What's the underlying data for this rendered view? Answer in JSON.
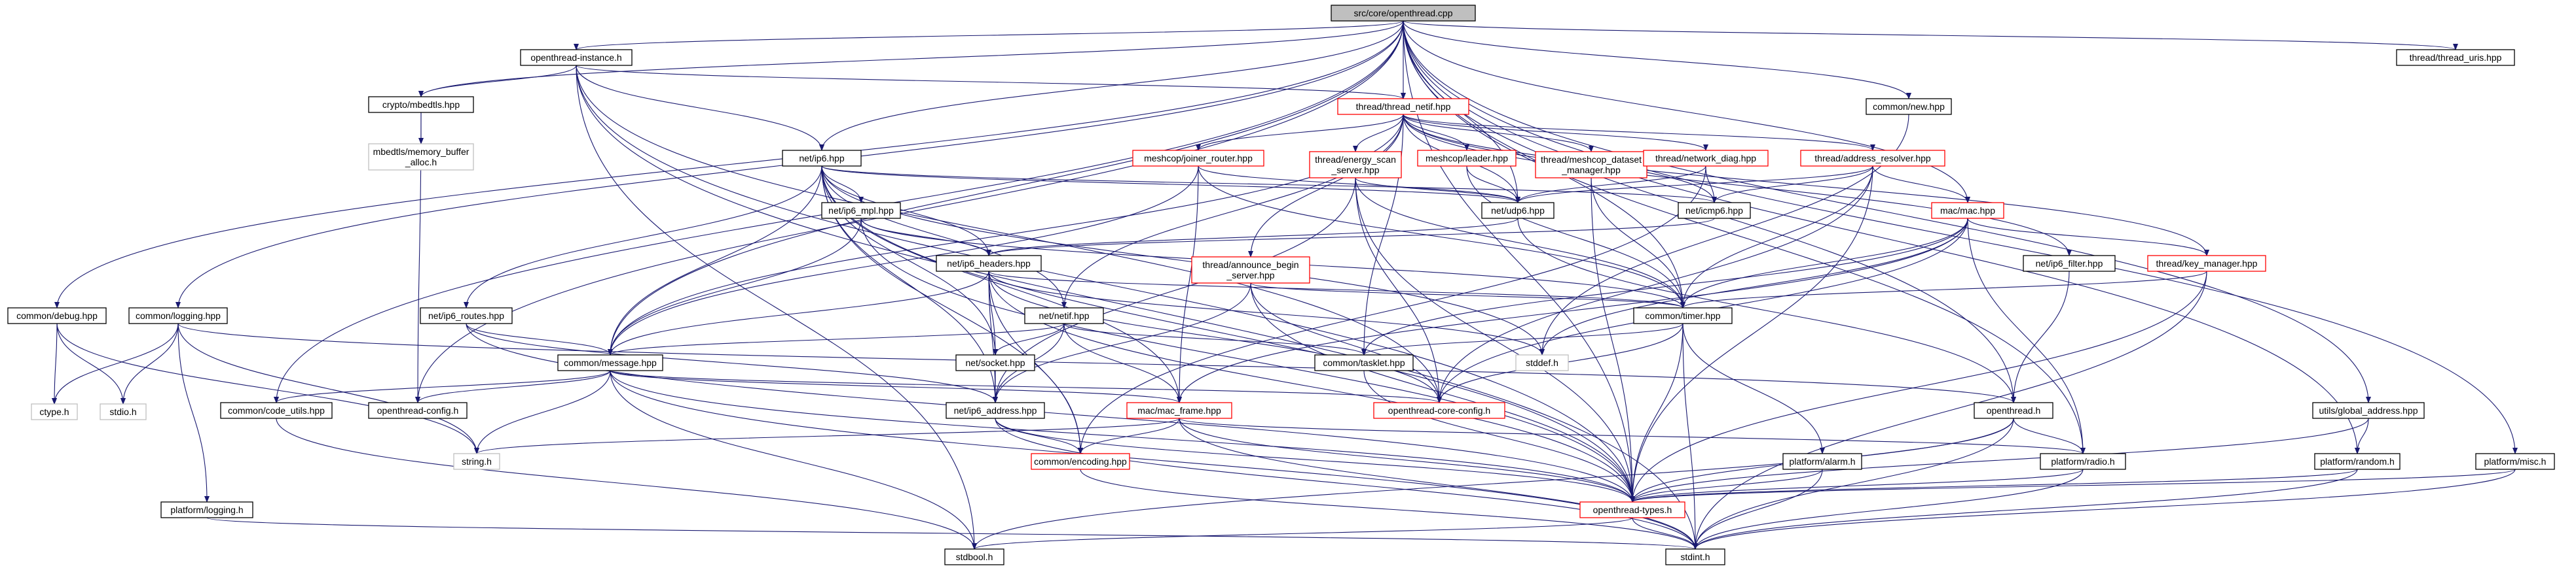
{
  "colors": {
    "edge": "#191970",
    "text": "#000000",
    "link_border_red": "#ff0000",
    "border_black": "#000000",
    "plain_border": "#bfbfbf",
    "root_fill": "#bfbfbf",
    "node_fill": "#ffffff"
  },
  "nodes": [
    {
      "id": "n0",
      "label": [
        "src/core/openthread.cpp"
      ],
      "style": "root"
    },
    {
      "id": "n1",
      "label": [
        "openthread-instance.h"
      ],
      "style": "black"
    },
    {
      "id": "n2",
      "label": [
        "crypto/mbedtls.hpp"
      ],
      "style": "black"
    },
    {
      "id": "n3",
      "label": [
        "mbedtls/memory_buffer",
        "_alloc.h"
      ],
      "style": "plain"
    },
    {
      "id": "n4",
      "label": [
        "thread/thread_netif.hpp"
      ],
      "style": "red"
    },
    {
      "id": "n5",
      "label": [
        "common/new.hpp"
      ],
      "style": "black"
    },
    {
      "id": "n6",
      "label": [
        "thread/thread_uris.hpp"
      ],
      "style": "black"
    },
    {
      "id": "n7",
      "label": [
        "net/ip6.hpp"
      ],
      "style": "black"
    },
    {
      "id": "n8",
      "label": [
        "meshcop/joiner_router.hpp"
      ],
      "style": "red"
    },
    {
      "id": "n9",
      "label": [
        "thread/energy_scan",
        "_server.hpp"
      ],
      "style": "red"
    },
    {
      "id": "n10",
      "label": [
        "meshcop/leader.hpp"
      ],
      "style": "red"
    },
    {
      "id": "n11",
      "label": [
        "thread/meshcop_dataset",
        "_manager.hpp"
      ],
      "style": "red"
    },
    {
      "id": "n12",
      "label": [
        "thread/network_diag.hpp"
      ],
      "style": "red"
    },
    {
      "id": "n13",
      "label": [
        "thread/address_resolver.hpp"
      ],
      "style": "red"
    },
    {
      "id": "n14",
      "label": [
        "net/ip6_mpl.hpp"
      ],
      "style": "black"
    },
    {
      "id": "n15",
      "label": [
        "net/udp6.hpp"
      ],
      "style": "black"
    },
    {
      "id": "n16",
      "label": [
        "net/icmp6.hpp"
      ],
      "style": "black"
    },
    {
      "id": "n17",
      "label": [
        "mac/mac.hpp"
      ],
      "style": "red"
    },
    {
      "id": "n18",
      "label": [
        "net/ip6_headers.hpp"
      ],
      "style": "black"
    },
    {
      "id": "n19",
      "label": [
        "thread/announce_begin",
        "_server.hpp"
      ],
      "style": "red"
    },
    {
      "id": "n20",
      "label": [
        "net/ip6_filter.hpp"
      ],
      "style": "black"
    },
    {
      "id": "n21",
      "label": [
        "thread/key_manager.hpp"
      ],
      "style": "red"
    },
    {
      "id": "n22",
      "label": [
        "net/ip6_routes.hpp"
      ],
      "style": "black"
    },
    {
      "id": "n23",
      "label": [
        "net/netif.hpp"
      ],
      "style": "black"
    },
    {
      "id": "n24",
      "label": [
        "common/timer.hpp"
      ],
      "style": "black"
    },
    {
      "id": "n25",
      "label": [
        "common/debug.hpp"
      ],
      "style": "black"
    },
    {
      "id": "n26",
      "label": [
        "common/logging.hpp"
      ],
      "style": "black"
    },
    {
      "id": "n27",
      "label": [
        "common/message.hpp"
      ],
      "style": "black"
    },
    {
      "id": "n28",
      "label": [
        "net/socket.hpp"
      ],
      "style": "black"
    },
    {
      "id": "n29",
      "label": [
        "common/tasklet.hpp"
      ],
      "style": "black"
    },
    {
      "id": "n30",
      "label": [
        "stddef.h"
      ],
      "style": "plain"
    },
    {
      "id": "n31",
      "label": [
        "ctype.h"
      ],
      "style": "plain"
    },
    {
      "id": "n32",
      "label": [
        "stdio.h"
      ],
      "style": "plain"
    },
    {
      "id": "n33",
      "label": [
        "common/code_utils.hpp"
      ],
      "style": "black"
    },
    {
      "id": "n34",
      "label": [
        "openthread-config.h"
      ],
      "style": "black"
    },
    {
      "id": "n35",
      "label": [
        "net/ip6_address.hpp"
      ],
      "style": "black"
    },
    {
      "id": "n36",
      "label": [
        "openthread-core-config.h"
      ],
      "style": "red"
    },
    {
      "id": "n37",
      "label": [
        "mac/mac_frame.hpp"
      ],
      "style": "red"
    },
    {
      "id": "n38",
      "label": [
        "openthread.h"
      ],
      "style": "black"
    },
    {
      "id": "n39",
      "label": [
        "utils/global_address.hpp"
      ],
      "style": "black"
    },
    {
      "id": "n40",
      "label": [
        "string.h"
      ],
      "style": "plain"
    },
    {
      "id": "n41",
      "label": [
        "common/encoding.hpp"
      ],
      "style": "red"
    },
    {
      "id": "n42",
      "label": [
        "platform/alarm.h"
      ],
      "style": "black"
    },
    {
      "id": "n43",
      "label": [
        "platform/radio.h"
      ],
      "style": "black"
    },
    {
      "id": "n44",
      "label": [
        "platform/random.h"
      ],
      "style": "black"
    },
    {
      "id": "n45",
      "label": [
        "platform/misc.h"
      ],
      "style": "black"
    },
    {
      "id": "n46",
      "label": [
        "platform/logging.h"
      ],
      "style": "black"
    },
    {
      "id": "n47",
      "label": [
        "openthread-types.h"
      ],
      "style": "red"
    },
    {
      "id": "n48",
      "label": [
        "stdbool.h"
      ],
      "style": "black"
    },
    {
      "id": "n49",
      "label": [
        "stdint.h"
      ],
      "style": "black"
    }
  ],
  "edges": [
    [
      "n0",
      "n1"
    ],
    [
      "n0",
      "n2"
    ],
    [
      "n0",
      "n4"
    ],
    [
      "n0",
      "n5"
    ],
    [
      "n0",
      "n6"
    ],
    [
      "n0",
      "n7"
    ],
    [
      "n0",
      "n25"
    ],
    [
      "n0",
      "n26"
    ],
    [
      "n0",
      "n27"
    ],
    [
      "n0",
      "n33"
    ],
    [
      "n0",
      "n34"
    ],
    [
      "n0",
      "n38"
    ],
    [
      "n0",
      "n39"
    ],
    [
      "n0",
      "n43"
    ],
    [
      "n0",
      "n44"
    ],
    [
      "n0",
      "n45"
    ],
    [
      "n0",
      "n47"
    ],
    [
      "n0",
      "n17"
    ],
    [
      "n0",
      "n24"
    ],
    [
      "n0",
      "n15"
    ],
    [
      "n1",
      "n2"
    ],
    [
      "n1",
      "n4"
    ],
    [
      "n1",
      "n7"
    ],
    [
      "n1",
      "n36"
    ],
    [
      "n1",
      "n47"
    ],
    [
      "n1",
      "n48"
    ],
    [
      "n1",
      "n49"
    ],
    [
      "n2",
      "n3"
    ],
    [
      "n2",
      "n34"
    ],
    [
      "n4",
      "n8"
    ],
    [
      "n4",
      "n9"
    ],
    [
      "n4",
      "n10"
    ],
    [
      "n4",
      "n11"
    ],
    [
      "n4",
      "n12"
    ],
    [
      "n4",
      "n13"
    ],
    [
      "n4",
      "n19"
    ],
    [
      "n4",
      "n20"
    ],
    [
      "n4",
      "n21"
    ],
    [
      "n4",
      "n23"
    ],
    [
      "n4",
      "n16"
    ],
    [
      "n4",
      "n15"
    ],
    [
      "n4",
      "n27"
    ],
    [
      "n4",
      "n29"
    ],
    [
      "n5",
      "n30"
    ],
    [
      "n7",
      "n14"
    ],
    [
      "n7",
      "n15"
    ],
    [
      "n7",
      "n16"
    ],
    [
      "n7",
      "n18"
    ],
    [
      "n7",
      "n22"
    ],
    [
      "n7",
      "n23"
    ],
    [
      "n7",
      "n27"
    ],
    [
      "n7",
      "n28"
    ],
    [
      "n7",
      "n35"
    ],
    [
      "n7",
      "n37"
    ],
    [
      "n7",
      "n41"
    ],
    [
      "n7",
      "n47"
    ],
    [
      "n7",
      "n30"
    ],
    [
      "n8",
      "n15"
    ],
    [
      "n8",
      "n27"
    ],
    [
      "n8",
      "n37"
    ],
    [
      "n8",
      "n24"
    ],
    [
      "n9",
      "n15"
    ],
    [
      "n9",
      "n24"
    ],
    [
      "n9",
      "n35"
    ],
    [
      "n9",
      "n36"
    ],
    [
      "n9",
      "n47"
    ],
    [
      "n10",
      "n15"
    ],
    [
      "n10",
      "n24"
    ],
    [
      "n11",
      "n24"
    ],
    [
      "n11",
      "n47"
    ],
    [
      "n12",
      "n15"
    ],
    [
      "n12",
      "n16"
    ],
    [
      "n12",
      "n41"
    ],
    [
      "n13",
      "n15"
    ],
    [
      "n13",
      "n16"
    ],
    [
      "n13",
      "n17"
    ],
    [
      "n13",
      "n24"
    ],
    [
      "n13",
      "n36"
    ],
    [
      "n13",
      "n47"
    ],
    [
      "n14",
      "n18"
    ],
    [
      "n14",
      "n24"
    ],
    [
      "n14",
      "n27"
    ],
    [
      "n14",
      "n47"
    ],
    [
      "n15",
      "n18"
    ],
    [
      "n15",
      "n38"
    ],
    [
      "n16",
      "n18"
    ],
    [
      "n17",
      "n21"
    ],
    [
      "n17",
      "n24"
    ],
    [
      "n17",
      "n29"
    ],
    [
      "n17",
      "n30"
    ],
    [
      "n17",
      "n36"
    ],
    [
      "n17",
      "n37"
    ],
    [
      "n17",
      "n43"
    ],
    [
      "n18",
      "n27"
    ],
    [
      "n18",
      "n28"
    ],
    [
      "n18",
      "n35"
    ],
    [
      "n18",
      "n36"
    ],
    [
      "n18",
      "n41"
    ],
    [
      "n18",
      "n47"
    ],
    [
      "n18",
      "n30"
    ],
    [
      "n18",
      "n24"
    ],
    [
      "n19",
      "n24"
    ],
    [
      "n19",
      "n35"
    ],
    [
      "n19",
      "n36"
    ],
    [
      "n19",
      "n47"
    ],
    [
      "n20",
      "n38"
    ],
    [
      "n21",
      "n24"
    ],
    [
      "n21",
      "n47"
    ],
    [
      "n21",
      "n49"
    ],
    [
      "n22",
      "n27"
    ],
    [
      "n22",
      "n35"
    ],
    [
      "n22",
      "n47"
    ],
    [
      "n23",
      "n27"
    ],
    [
      "n23",
      "n28"
    ],
    [
      "n23",
      "n29"
    ],
    [
      "n23",
      "n35"
    ],
    [
      "n23",
      "n37"
    ],
    [
      "n24",
      "n29"
    ],
    [
      "n24",
      "n42"
    ],
    [
      "n24",
      "n47"
    ],
    [
      "n24",
      "n49"
    ],
    [
      "n24",
      "n36"
    ],
    [
      "n25",
      "n31"
    ],
    [
      "n25",
      "n32"
    ],
    [
      "n25",
      "n40"
    ],
    [
      "n26",
      "n31"
    ],
    [
      "n26",
      "n32"
    ],
    [
      "n26",
      "n40"
    ],
    [
      "n26",
      "n46"
    ],
    [
      "n26",
      "n38"
    ],
    [
      "n27",
      "n33"
    ],
    [
      "n27",
      "n34"
    ],
    [
      "n27",
      "n36"
    ],
    [
      "n27",
      "n40"
    ],
    [
      "n27",
      "n47"
    ],
    [
      "n27",
      "n48"
    ],
    [
      "n27",
      "n49"
    ],
    [
      "n27",
      "n37"
    ],
    [
      "n28",
      "n35"
    ],
    [
      "n29",
      "n47"
    ],
    [
      "n33",
      "n48"
    ],
    [
      "n35",
      "n41"
    ],
    [
      "n35",
      "n47"
    ],
    [
      "n35",
      "n49"
    ],
    [
      "n37",
      "n40"
    ],
    [
      "n37",
      "n41"
    ],
    [
      "n37",
      "n43"
    ],
    [
      "n37",
      "n47"
    ],
    [
      "n37",
      "n49"
    ],
    [
      "n38",
      "n43"
    ],
    [
      "n38",
      "n47"
    ],
    [
      "n38",
      "n48"
    ],
    [
      "n38",
      "n49"
    ],
    [
      "n39",
      "n44"
    ],
    [
      "n39",
      "n47"
    ],
    [
      "n41",
      "n49"
    ],
    [
      "n42",
      "n47"
    ],
    [
      "n42",
      "n49"
    ],
    [
      "n43",
      "n47"
    ],
    [
      "n43",
      "n49"
    ],
    [
      "n44",
      "n47"
    ],
    [
      "n44",
      "n49"
    ],
    [
      "n45",
      "n47"
    ],
    [
      "n45",
      "n49"
    ],
    [
      "n46",
      "n49"
    ],
    [
      "n47",
      "n48"
    ],
    [
      "n47",
      "n49"
    ]
  ]
}
